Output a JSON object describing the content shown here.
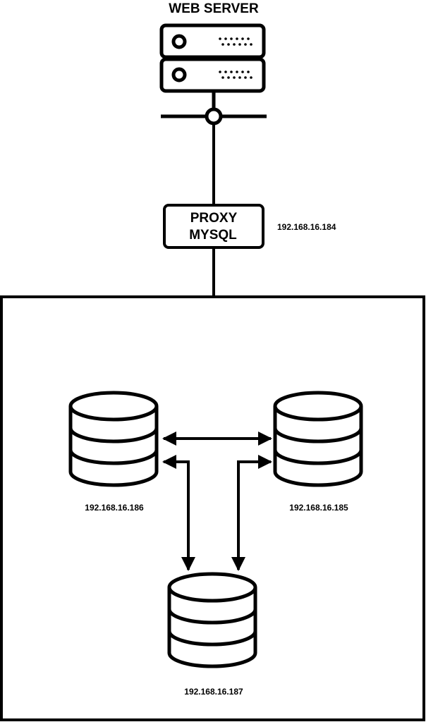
{
  "web_server": {
    "title": "WEB SERVER"
  },
  "proxy": {
    "line1": "PROXY",
    "line2": "MYSQL",
    "ip": "192.168.16.184"
  },
  "databases": {
    "left_ip": "192.168.16.186",
    "right_ip": "192.168.16.185",
    "bottom_ip": "192.168.16.187"
  },
  "colors": {
    "stroke": "#000000",
    "background": "#ffffff"
  }
}
